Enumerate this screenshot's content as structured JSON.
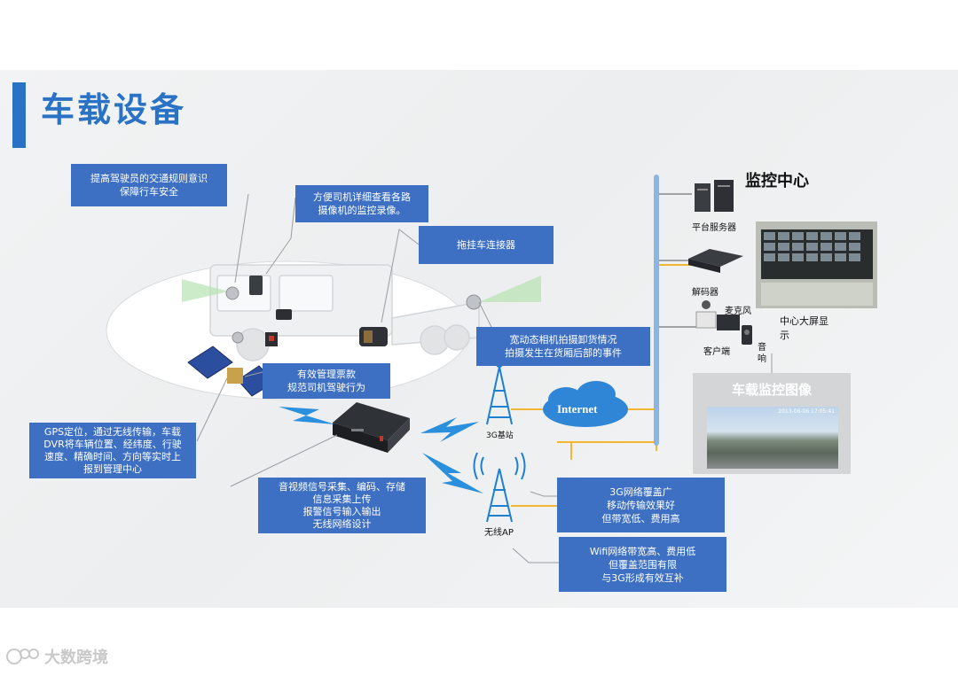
{
  "title": "车载设备",
  "boxes": {
    "driver_awareness": [
      "提高驾驶员的交通规则意识",
      "保障行车安全"
    ],
    "camera_review": [
      "方便司机详细查看各路",
      "摄像机的监控录像。"
    ],
    "trailer_connector": [
      "拖挂车连接器"
    ],
    "unload_camera": [
      "宽动态相机拍摄卸货情况",
      "拍摄发生在货厢后部的事件"
    ],
    "ticket_management": [
      "有效管理票款",
      "规范司机驾驶行为"
    ],
    "gps": [
      "GPS定位，通过无线传输，车载",
      "DVR将车辆位置、经纬度、行驶",
      "速度、精确时间、方向等实时上",
      "报到管理中心"
    ],
    "av_capture": [
      "音视频信号采集、编码、存储",
      "信息采集上传",
      "报警信号输入输出",
      "无线网络设计"
    ],
    "network_3g": [
      "3G网络覆盖广",
      "移动传输效果好",
      "但带宽低、费用高"
    ],
    "network_wifi": [
      "Wifi网络带宽高、费用低",
      "但覆盖范围有限",
      "与3G形成有效互补"
    ]
  },
  "labels": {
    "monitor_center": "监控中心",
    "platform_server": "平台服务器",
    "decoder": "解码器",
    "client": "客户端",
    "microphone": "麦克风",
    "speaker_1": "音",
    "speaker_2": "响",
    "big_screen_1": "中心大屏显",
    "big_screen_2": "示",
    "internet": "Internet",
    "base_3g": "3G基站",
    "wireless_ap": "无线AP",
    "vehicle_monitor_image": "车载监控图像",
    "screen_datetime": "2013-06-06 17:05:41"
  },
  "watermark": "大数跨境",
  "colors": {
    "accent": "#2a73c4",
    "box_fill": "#3d6fc2",
    "bus_line": "#8fb4e0",
    "link_line": "#f2b632",
    "wireless_bolt": "#2a8fdc"
  }
}
